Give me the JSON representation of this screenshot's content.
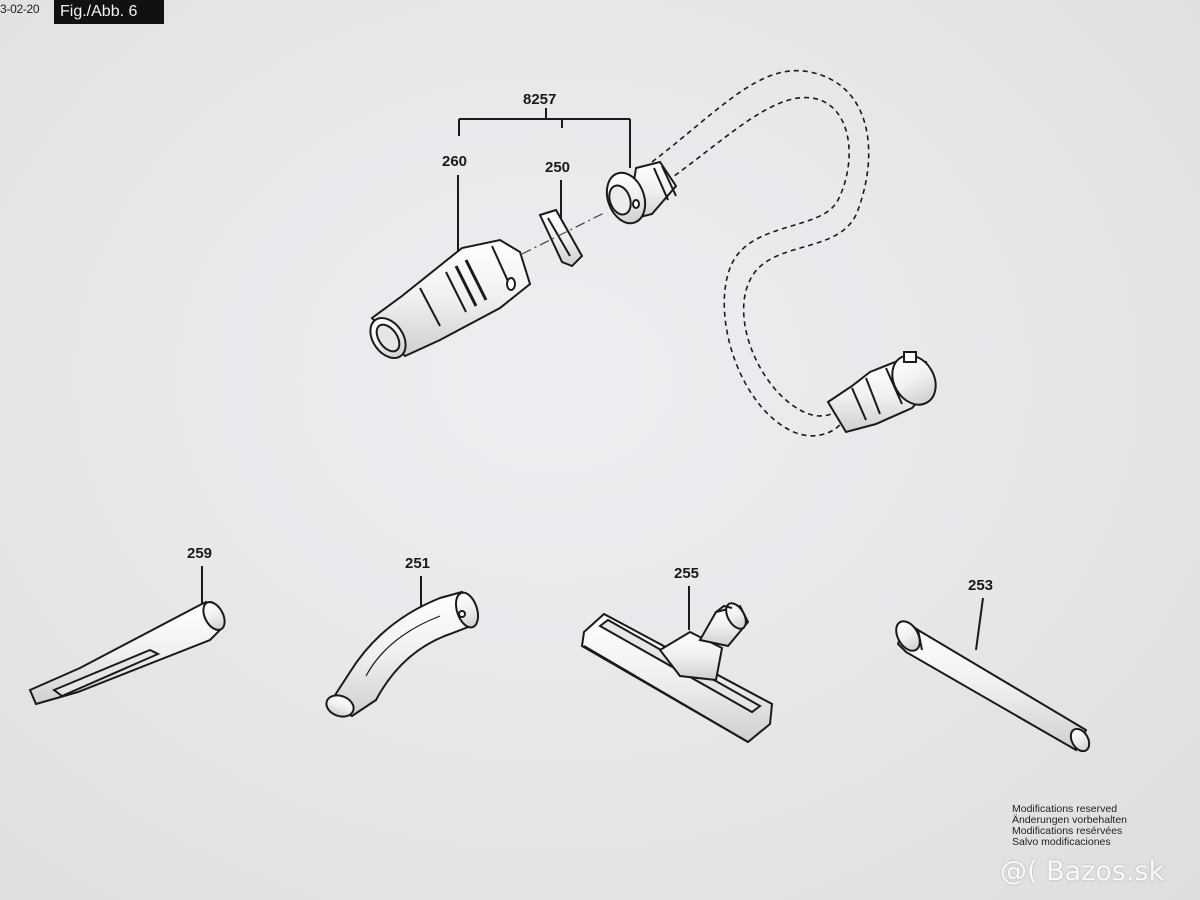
{
  "header": {
    "date_label": "3-02-20",
    "figure_label": "Fig./Abb. 6"
  },
  "parts": {
    "assembly": "8257",
    "adapter": "260",
    "clip": "250",
    "crevice_nozzle": "259",
    "bent_tube": "251",
    "floor_nozzle": "255",
    "extension_tube": "253"
  },
  "notes": [
    "Modifications reserved",
    "Änderungen vorbehalten",
    "Modifications resérvées",
    "Salvo modificaciones"
  ],
  "watermark": "@( Bazos.sk",
  "icons": {
    "adapter": "hose-adapter-icon",
    "clip": "clip-icon",
    "hose": "vacuum-hose-icon",
    "crevice": "crevice-nozzle-icon",
    "bent": "bent-tube-icon",
    "floor": "floor-nozzle-icon",
    "tube": "extension-tube-icon"
  }
}
